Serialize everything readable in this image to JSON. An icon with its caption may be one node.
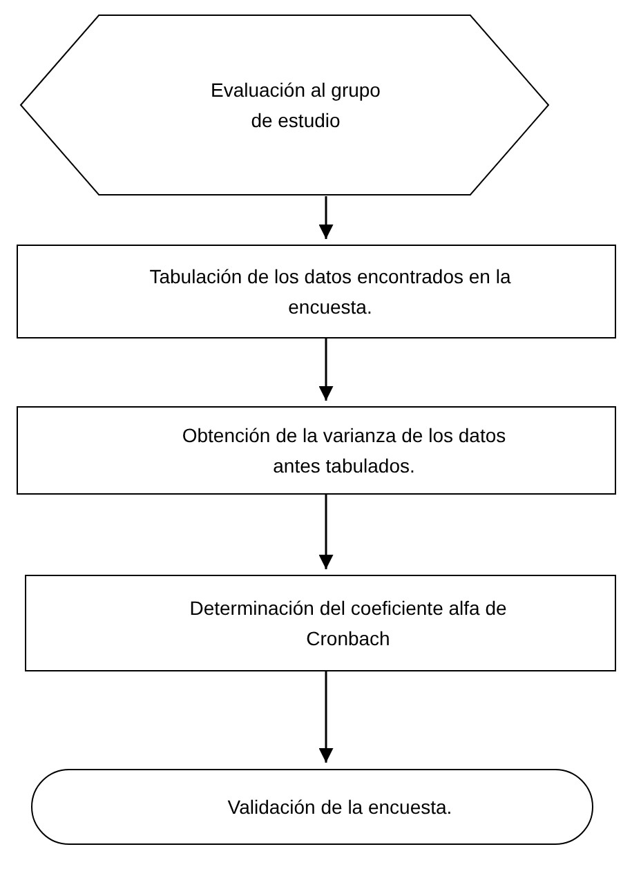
{
  "diagram": {
    "nodes": [
      {
        "text": [
          "Evaluación al grupo de estudio"
        ]
      },
      {
        "text": [
          "Tabulación de los datos encontrados en la encuesta."
        ]
      },
      {
        "text": [
          "Obtención de la varianza de los datos antes tabulados."
        ]
      },
      {
        "text": [
          "Determinación del coeficiente alfa de Cronbach"
        ]
      },
      {
        "text": [
          "Validación de la encuesta."
        ]
      }
    ],
    "edges": [
      {
        "from": 0,
        "to": 1,
        "arrow": "to"
      },
      {
        "from": 1,
        "to": 2,
        "arrow": "to"
      },
      {
        "from": 2,
        "to": 3,
        "arrow": "to"
      },
      {
        "from": 3,
        "to": 4,
        "arrow": "to"
      }
    ]
  }
}
